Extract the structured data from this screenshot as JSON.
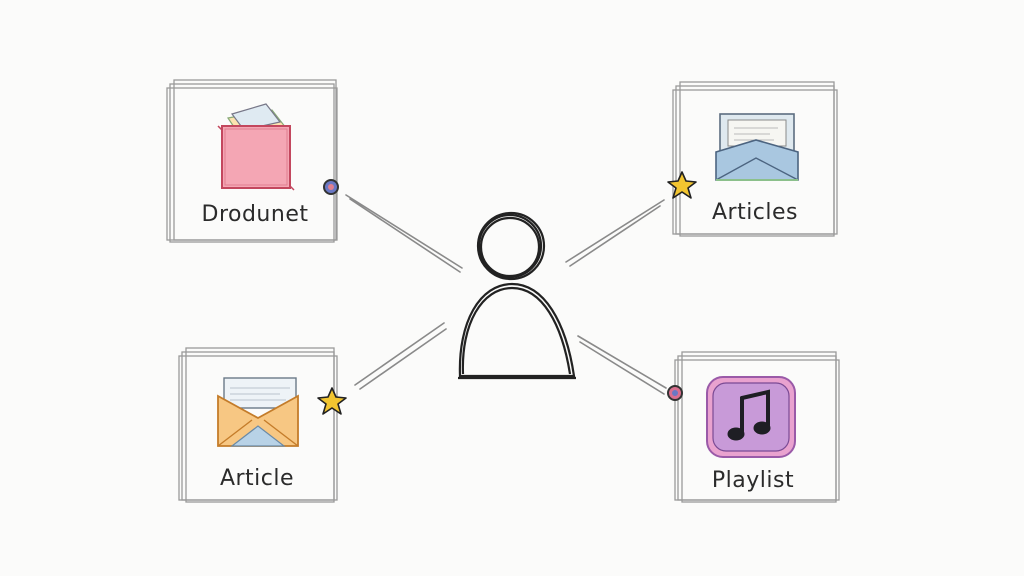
{
  "nodes": {
    "top_left": {
      "label": "Drodunet",
      "icon": "folder-icon",
      "connector": "dot"
    },
    "top_right": {
      "label": "Articles",
      "icon": "envelope-icon",
      "connector": "star"
    },
    "bottom_left": {
      "label": "Article",
      "icon": "envelope-icon",
      "connector": "star"
    },
    "bottom_right": {
      "label": "Playlist",
      "icon": "music-note-icon",
      "connector": "dot"
    }
  },
  "center": {
    "icon": "user-icon"
  },
  "colors": {
    "ink": "#2b2b2b",
    "frame": "#9a9a9a",
    "star": "#f2c530",
    "folder": "#f4a6b4",
    "envelope_blue": "#a9c7e0",
    "envelope_orange": "#f0b56a",
    "music": "#c07ad0"
  }
}
